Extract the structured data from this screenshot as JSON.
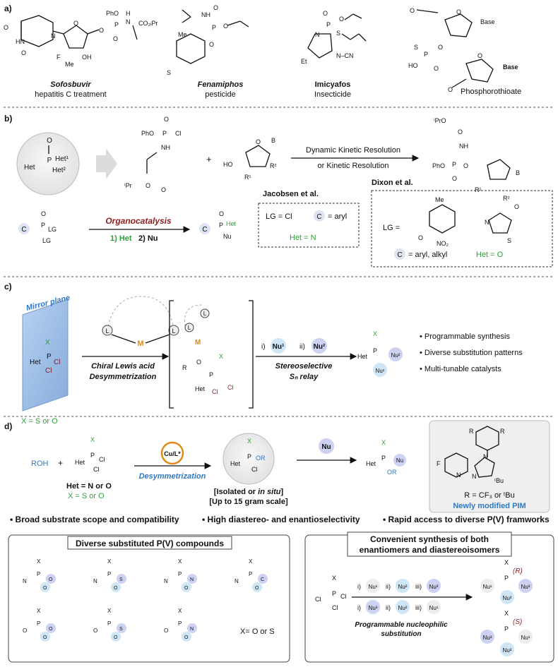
{
  "section_a": {
    "label": "a)",
    "compounds": [
      {
        "name": "Sofosbuvir",
        "desc": "hepatitis C treatment"
      },
      {
        "name": "Fenamiphos",
        "desc": "pesticide"
      },
      {
        "name": "Imicyafos",
        "desc": "Insecticide"
      },
      {
        "name": "Phosphorothioate",
        "desc": ""
      }
    ],
    "labels": {
      "pho": "PhO",
      "p": "P",
      "o": "O",
      "h": "H",
      "n": "N",
      "co2": "CO₂ᵢPr",
      "hn": "HN",
      "nh": "NH",
      "me": "Me",
      "s": "S",
      "et": "Et",
      "f": "F",
      "oh": "OH",
      "cn": "N–CN",
      "base": "Base",
      "ho": "HO"
    }
  },
  "section_b": {
    "label": "b)",
    "het_center": {
      "het": "Het",
      "het1": "Het¹",
      "het2": "Het²",
      "p": "P",
      "o": "O"
    },
    "reagent1": {
      "pho": "PhO",
      "cl": "Cl",
      "nh": "NH",
      "ipr": "ⁱPr"
    },
    "reagent2": {
      "ho": "HO",
      "b": "B",
      "r1": "R¹",
      "r2": "R²",
      "o": "O"
    },
    "plus": "+",
    "arrow_top": "Dynamic Kinetic Resolution",
    "arrow_bottom": "or Kinetic Resolution",
    "product": {
      "ipro": "ⁱPrO",
      "pho": "PhO",
      "nh": "NH",
      "b": "B",
      "r1": "R¹",
      "r2": "R²"
    },
    "organo": {
      "c": "C",
      "lg1": "LG",
      "lg2": "LG",
      "title": "Organocatalysis",
      "step1": "1) Het",
      "step2": "2) Nu",
      "het": "Het",
      "nu": "Nu"
    },
    "jacobsen": {
      "title": "Jacobsen et al.",
      "lg": "LG = Cl",
      "c": "C",
      "c_eq": "= aryl",
      "het": "Het = N"
    },
    "dixon": {
      "title": "Dixon et al.",
      "lg": "LG =",
      "me": "Me",
      "no2": "NO₂",
      "s": "S",
      "n": "N",
      "o": "O",
      "c": "C",
      "c_eq": "= aryl, alkyl",
      "het": "Het = O"
    }
  },
  "section_c": {
    "label": "c)",
    "mirror": "Mirror plane",
    "het": "Het",
    "x": "X",
    "cl": "Cl",
    "p": "P",
    "l": "L",
    "m": "M",
    "arrow_top": "Chiral Lewis acid",
    "arrow_bottom": "Desymmetrization",
    "x_eq": "X = S or O",
    "ts": {
      "r": "R",
      "o": "O"
    },
    "nu_step1": "i)",
    "nu1": "Nu¹",
    "nu_step2": "ii)",
    "nu2": "Nu²",
    "stereo1": "Stereoselective",
    "stereo2": "Sₙ relay",
    "bullets": [
      "Programmable synthesis",
      "Diverse substitution patterns",
      "Multi-tunable catalysts"
    ]
  },
  "section_d": {
    "label": "d)",
    "roh": "ROH",
    "plus": "+",
    "het_eq": "Het = N or O",
    "x_eq": "X = S or O",
    "catalyst": "Cu/L*",
    "desym": "Desymmetrization",
    "isolated": "[Isolated or in situ]",
    "scale": "[Up to 15 gram scale]",
    "or": "OR",
    "nu": "Nu",
    "pim_r": "R = CF₃ or ᵗBu",
    "pim_label": "Newly modified PIM",
    "pim_tbu": "ᵗBu",
    "pim_f": "F",
    "pim_n": "N",
    "features": [
      "Broad substrate scope and compatibility",
      "High diastereo- and enantioselectivity",
      "Rapid access to diverse P(V) framworks"
    ],
    "box1_title": "Diverse substituted P(V) compounds",
    "box1_x": "X= O or S",
    "box2_title1": "Convenient synthesis of both",
    "box2_title2": "enantiomers and diastereoisomers",
    "box2_route1": [
      "i)",
      "Nu¹",
      "ii)",
      "Nu²",
      "iii)",
      "Nu³"
    ],
    "box2_route2": [
      "i)",
      "Nu³",
      "ii)",
      "Nu²",
      "iii)",
      "Nu¹"
    ],
    "box2_note1": "Programmable nucleophilic",
    "box2_note2": "substitution",
    "r_label": "(R)",
    "s_label": "(S)"
  },
  "colors": {
    "green": "#2e9e3a",
    "blue": "#2f78c4",
    "red": "#8c1c1c",
    "orange": "#e08a1a",
    "nu_light": "#cfe6f7",
    "nu_mid": "#cdd2f2",
    "gray_circle": "#ececec"
  }
}
